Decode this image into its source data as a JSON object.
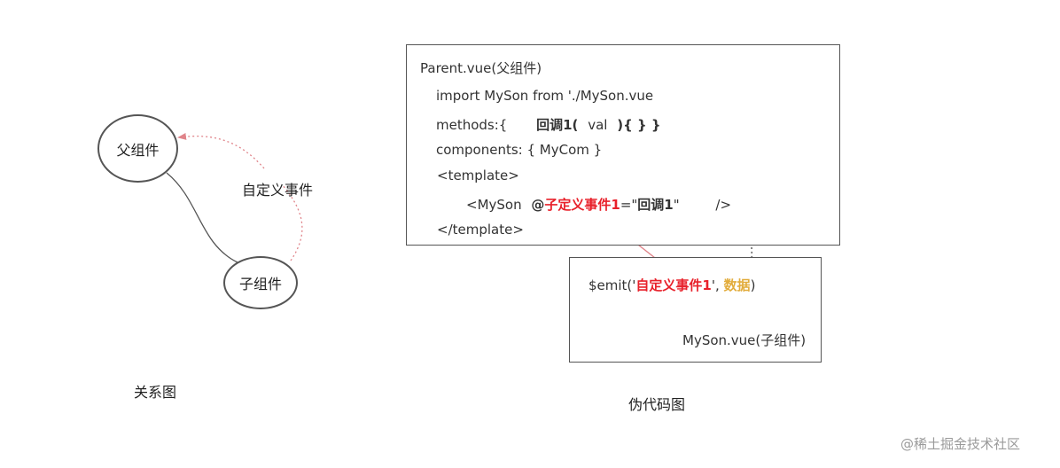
{
  "relation": {
    "parent_node": "父组件",
    "child_node": "子组件",
    "edge_label": "自定义事件",
    "caption": "关系图"
  },
  "parent_code": {
    "title": "Parent.vue(父组件)",
    "import_line": "import MySon from './MySon.vue",
    "methods_prefix": "methods:{",
    "callback_name": "回调1(",
    "callback_param": "val",
    "callback_suffix": "){  } }",
    "components_line": "components: { MyCom }",
    "template_open": "<template>",
    "myson_open": "<MySon",
    "event_at": "@",
    "event_name": "子定义事件1",
    "equals_quote": "=\"",
    "bound_callback": "回调1",
    "quote_close": "\"",
    "self_close": "/>",
    "template_close": "</template>"
  },
  "child_code": {
    "emit_prefix": "$emit('",
    "emit_event": "自定义事件1",
    "emit_middle": "', ",
    "emit_data": "数据",
    "emit_suffix": ")",
    "file_label": "MySon.vue(子组件)"
  },
  "caption_code": "伪代码图",
  "watermark": "@稀土掘金技术社区",
  "colors": {
    "red_text": "#e8212b",
    "gold_text": "#e2ac3c",
    "pink_arrow": "#e0848a",
    "border": "#555555"
  }
}
